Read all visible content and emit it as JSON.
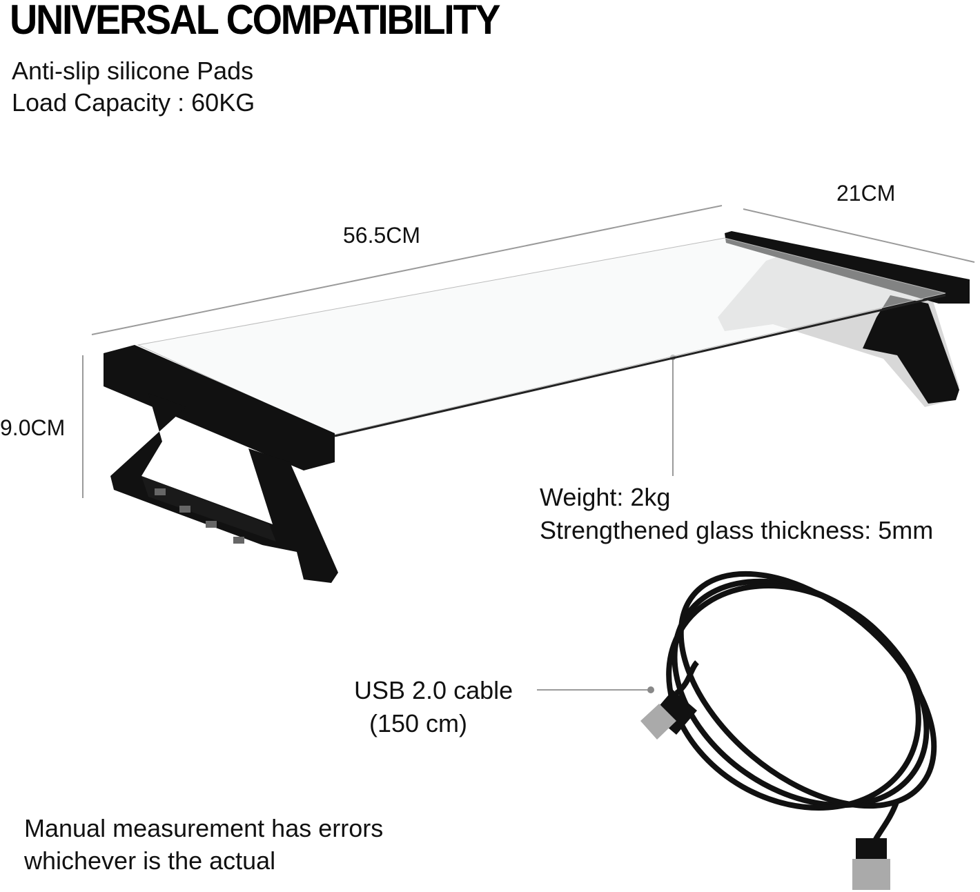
{
  "title": "UNIVERSAL COMPATIBILITY",
  "features": [
    "Anti-slip silicone Pads",
    "Load Capacity : 60KG"
  ],
  "dimensions": {
    "length": "56.5CM",
    "depth": "21CM",
    "height": "9.0CM"
  },
  "specs": [
    "Weight: 2kg",
    "Strengthened glass thickness: 5mm"
  ],
  "cable": {
    "label": "USB 2.0 cable",
    "length": "(150 cm)"
  },
  "disclaimer": [
    "Manual measurement has errors",
    "whichever is the actual"
  ],
  "colors": {
    "stand": "#111111",
    "glass_edge": "#444444",
    "dimension_line": "#999999"
  }
}
